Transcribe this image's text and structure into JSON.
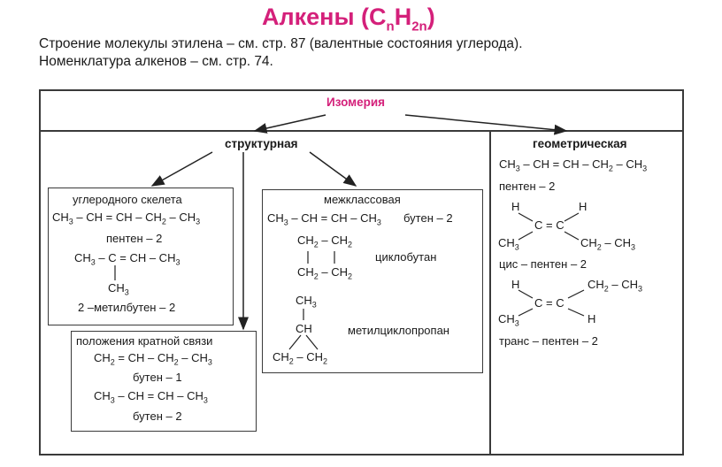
{
  "title": {
    "main": "Алкены (C",
    "sub1": "n",
    "mid": "H",
    "sub2": "2n",
    "end": ")"
  },
  "intro": {
    "line1": "Строение молекулы этилена – см. стр. 87 (валентные состояния углерода).",
    "line2": "Номенклатура алкенов – см. стр. 74."
  },
  "isomery_label": "Изомерия",
  "structural": {
    "label": "структурная",
    "skeleton": {
      "label": "углеродного скелета",
      "name1": "пентен – 2",
      "name2": "2 –метилбутен – 2"
    },
    "position": {
      "label": "положения кратной связи",
      "name1": "бутен – 1",
      "name2": "бутен – 2"
    },
    "interclass": {
      "label": "межклассовая",
      "butene_name": "бутен – 2",
      "cyclobutane": "циклобутан",
      "methylcyclopropane": "метилциклопропан"
    }
  },
  "geometric": {
    "label": "геометрическая",
    "pentene_name": "пентен – 2",
    "cis_name": "цис – пентен – 2",
    "trans_name": "транс – пентен – 2"
  }
}
